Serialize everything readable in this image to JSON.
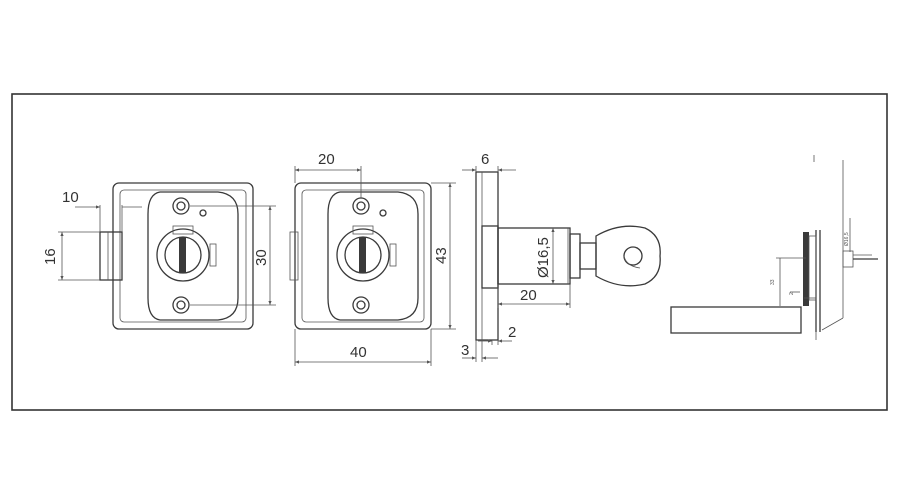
{
  "dimensions": {
    "d10": "10",
    "d16": "16",
    "d30": "30",
    "d20_top": "20",
    "d43": "43",
    "d40": "40",
    "d6": "6",
    "d16_5": "Ø16,5",
    "d20_key": "20",
    "d2": "2",
    "d3": "3"
  },
  "side_view_small_labels": {
    "dia": "Ø16,5",
    "d33": "33",
    "d2": "2"
  }
}
